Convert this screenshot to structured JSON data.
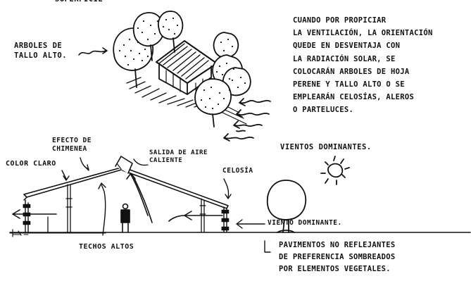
{
  "header_fragment": "superficie",
  "labels": {
    "tall_trees": "ARBOLES DE TALLO ALTO.",
    "chimney_effect": "EFECTO DE CHIMENEA",
    "light_color": "COLOR CLARO",
    "hot_air_outlet": "SALIDA DE AIRE CALIENTE",
    "lattice": "CELOSÍA",
    "high_roofs": "TECHOS ALTOS",
    "prevailing_winds": "VIENTOS DOMINANTES.",
    "prevailing_wind": "VIENTO DOMINANTE."
  },
  "note_top": [
    "CUANDO POR PROPICIAR",
    "LA VENTILACIÓN, LA ORIENTACIÓN",
    "QUEDE EN DESVENTAJA CON",
    "LA RADIACIÓN SOLAR, SE",
    "COLOCARÁN ARBOLES DE HOJA",
    "PERENE Y TALLO ALTO O SE",
    "EMPLEARÁN CELOSÍAS, ALEROS",
    "O PARTELUCES."
  ],
  "note_bottom": [
    "PAVIMENTOS NO REFLEJANTES",
    "DE PREFERENCIA SOMBREADOS",
    "POR ELEMENTOS VEGETALES."
  ]
}
